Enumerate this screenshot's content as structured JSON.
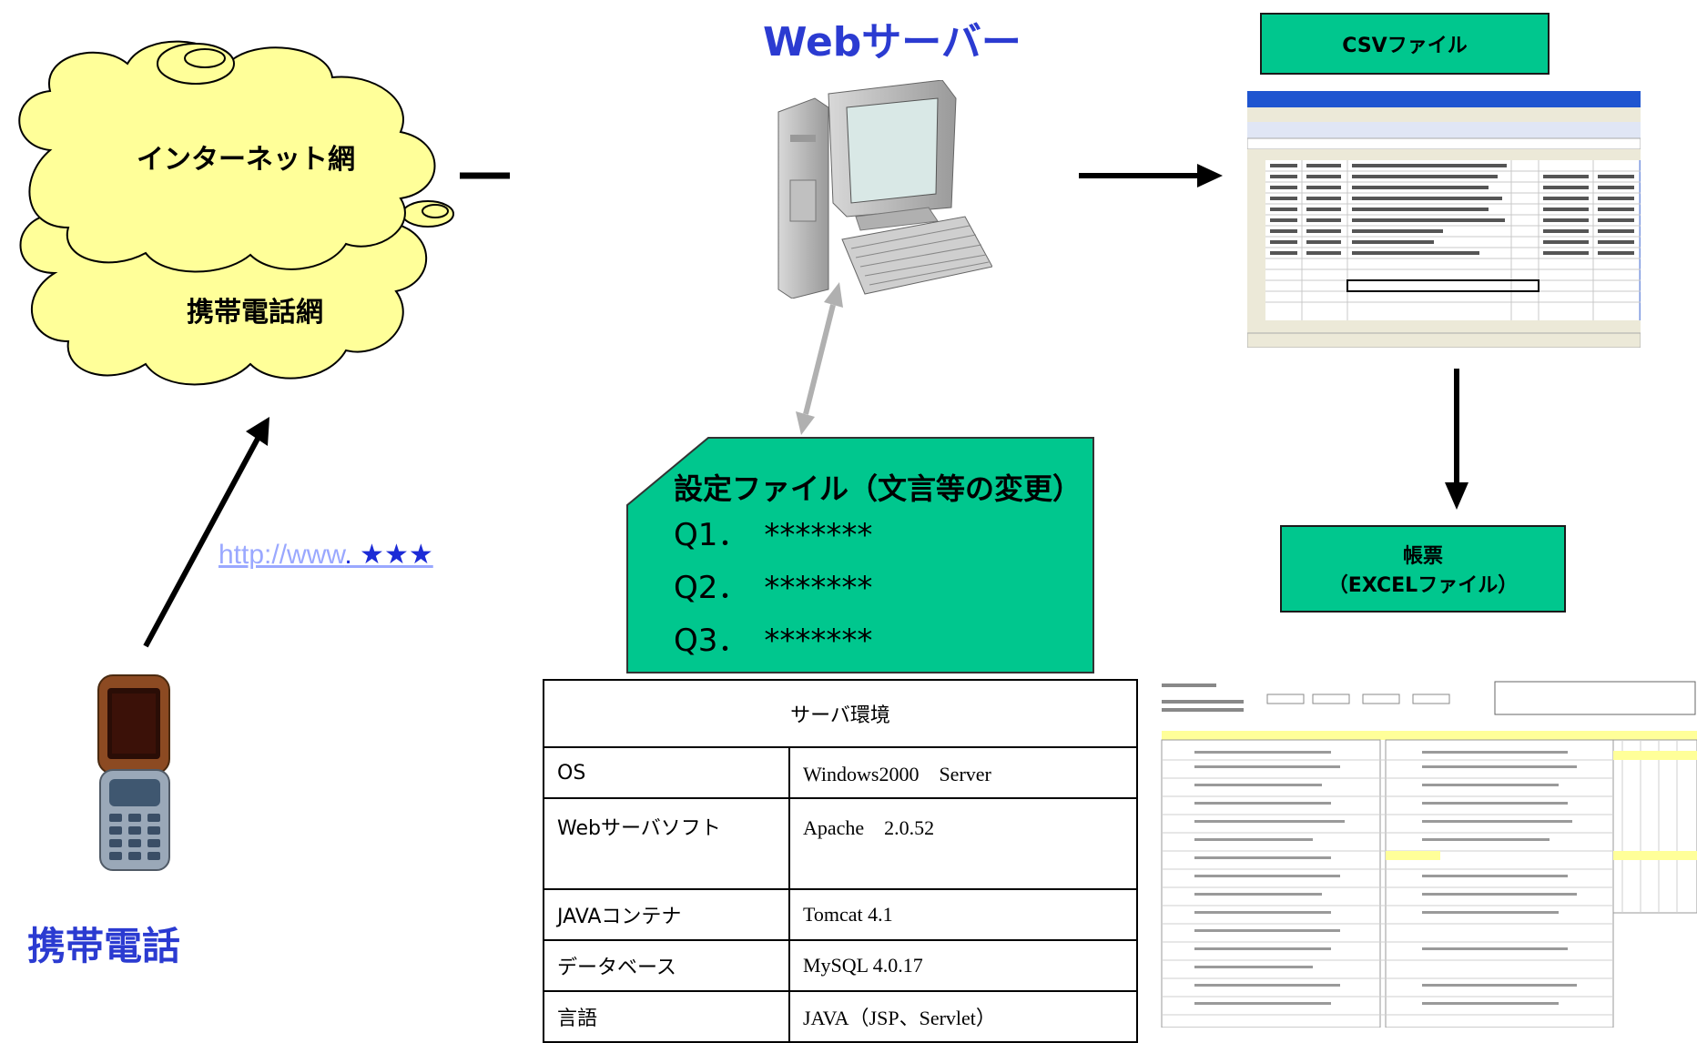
{
  "server": {
    "title": "Webサーバー"
  },
  "network": {
    "internet": "インターネット網",
    "mobile": "携帯電話網"
  },
  "phone": {
    "label": "携帯電話"
  },
  "url": {
    "text": "http://www",
    "suffix": ". ★★★"
  },
  "csv": {
    "label": "CSVファイル"
  },
  "report": {
    "line1": "帳票",
    "line2": "（EXCELファイル）"
  },
  "config": {
    "title": "設定ファイル（文言等の変更）",
    "q1": "Q1．　*******",
    "q2": "Q2．　*******",
    "q3": "Q3．　*******"
  },
  "env_table": {
    "header": "サーバ環境",
    "rows": [
      {
        "key": "OS",
        "value": "Windows2000　Server"
      },
      {
        "key": "Webサーバソフト",
        "value": "Apache　2.0.52"
      },
      {
        "key": "JAVAコンテナ",
        "value": "Tomcat 4.1"
      },
      {
        "key": "データベース",
        "value": "MySQL 4.0.17"
      },
      {
        "key": "言語",
        "value": "JAVA（JSP、Servlet）"
      }
    ]
  },
  "colors": {
    "green": "#00c78e",
    "cloud": "#ffff99",
    "title_blue": "#2b3bd1"
  },
  "icons": [
    "desktop-computer-icon",
    "mobile-phone-icon",
    "excel-screenshot",
    "report-thumbnail"
  ]
}
